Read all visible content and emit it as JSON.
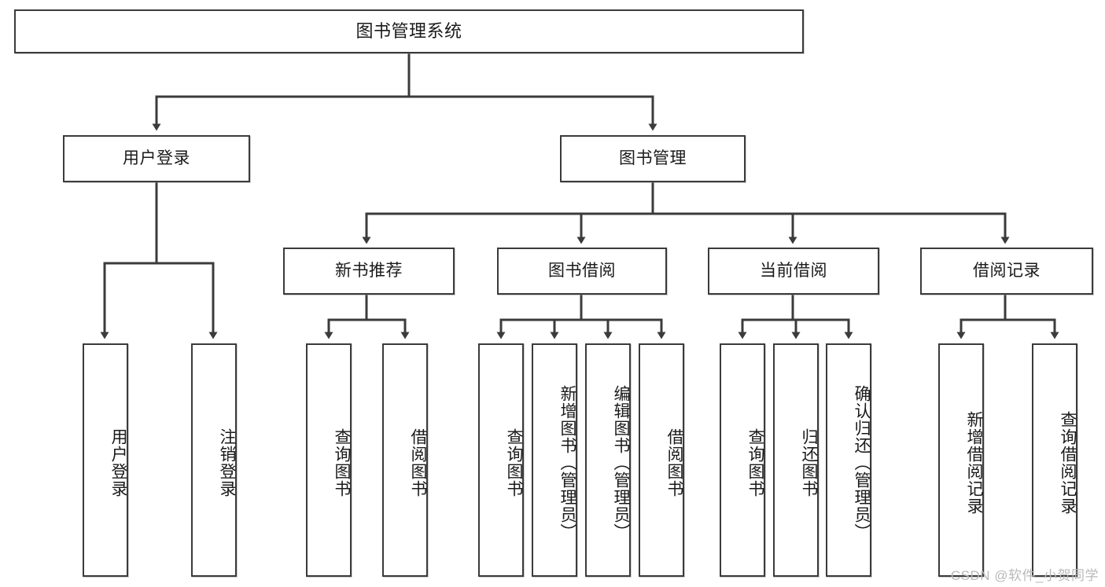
{
  "diagram": {
    "type": "tree",
    "title": "图书管理系统",
    "root": {
      "label": "图书管理系统"
    },
    "level1": [
      {
        "label": "用户登录"
      },
      {
        "label": "图书管理"
      }
    ],
    "level2": [
      {
        "label": "新书推荐",
        "parent": "图书管理"
      },
      {
        "label": "图书借阅",
        "parent": "图书管理"
      },
      {
        "label": "当前借阅",
        "parent": "图书管理"
      },
      {
        "label": "借阅记录",
        "parent": "图书管理"
      }
    ],
    "leaves": {
      "user_login": [
        {
          "label": "用户登录"
        },
        {
          "label": "注销登录"
        }
      ],
      "new_book_recommend": [
        {
          "label": "查询图书"
        },
        {
          "label": "借阅图书"
        }
      ],
      "book_borrow": [
        {
          "label": "查询图书"
        },
        {
          "label": "新增图书（管理员）"
        },
        {
          "label": "编辑图书（管理员）"
        },
        {
          "label": "借阅图书"
        }
      ],
      "current_borrow": [
        {
          "label": "查询图书"
        },
        {
          "label": "归还图书"
        },
        {
          "label": "确认归还（管理员）"
        }
      ],
      "borrow_record": [
        {
          "label": "新增借阅记录"
        },
        {
          "label": "查询借阅记录"
        }
      ]
    },
    "watermark": "CSDN @软件_小贺同学",
    "colors": {
      "stroke": "#3b3b3b",
      "fill": "#ffffff",
      "text": "#1a1a1a",
      "watermark": "#b9b9b9"
    }
  }
}
